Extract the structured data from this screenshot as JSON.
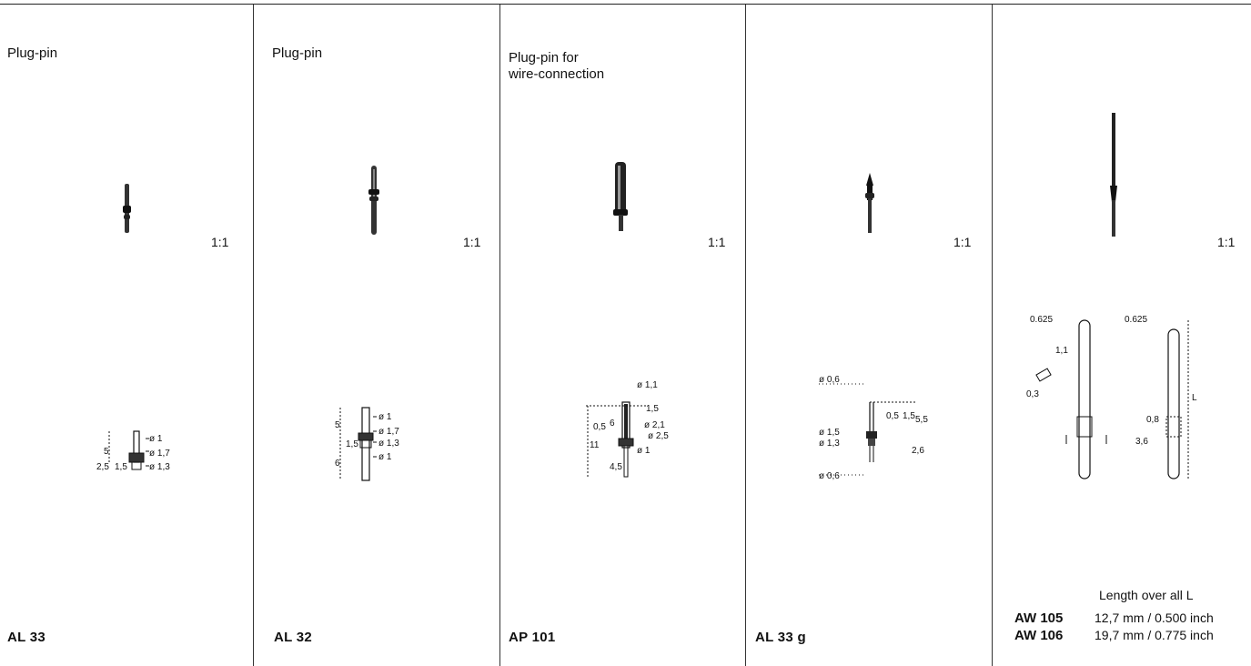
{
  "panels": [
    {
      "title_lines": [
        "Plug-pin"
      ],
      "scale": "1:1",
      "code": "AL 33"
    },
    {
      "title_lines": [
        "Plug-pin"
      ],
      "scale": "1:1",
      "code": "AL 32"
    },
    {
      "title_lines": [
        "Plug-pin for",
        "wire-connection"
      ],
      "scale": "1:1",
      "code": "AP 101"
    },
    {
      "title_lines": [],
      "scale": "1:1",
      "code": "AL 33 g"
    },
    {
      "title_lines": [],
      "scale": "1:1",
      "code": ""
    }
  ],
  "length_table": {
    "header": "Length over all L",
    "rows": [
      {
        "code": "AW 105",
        "value": "12,7 mm / 0.500 inch"
      },
      {
        "code": "AW 106",
        "value": "19,7 mm / 0.775 inch"
      }
    ]
  },
  "dims": {
    "al33": [
      "ø 1",
      "ø 1,7",
      "ø 1,3",
      "5",
      "2,5",
      "1,5"
    ],
    "al32": [
      "ø 1",
      "ø 1,7",
      "ø 1,3",
      "ø 1",
      "5",
      "1,5",
      "6"
    ],
    "ap101": [
      "ø 1,1",
      "0,5",
      "6",
      "11",
      "1,5",
      "ø 2,1",
      "ø 2,5",
      "ø 1",
      "4,5"
    ],
    "al33g": [
      "ø 0,6",
      "ø 1,5",
      "ø 1,3",
      "ø 0,6",
      "0,5",
      "1,5",
      "5,5",
      "2,6"
    ],
    "aw": [
      "0.625",
      "0.625",
      "1,1",
      "0,3",
      "0,8",
      "3,6",
      "L"
    ]
  }
}
